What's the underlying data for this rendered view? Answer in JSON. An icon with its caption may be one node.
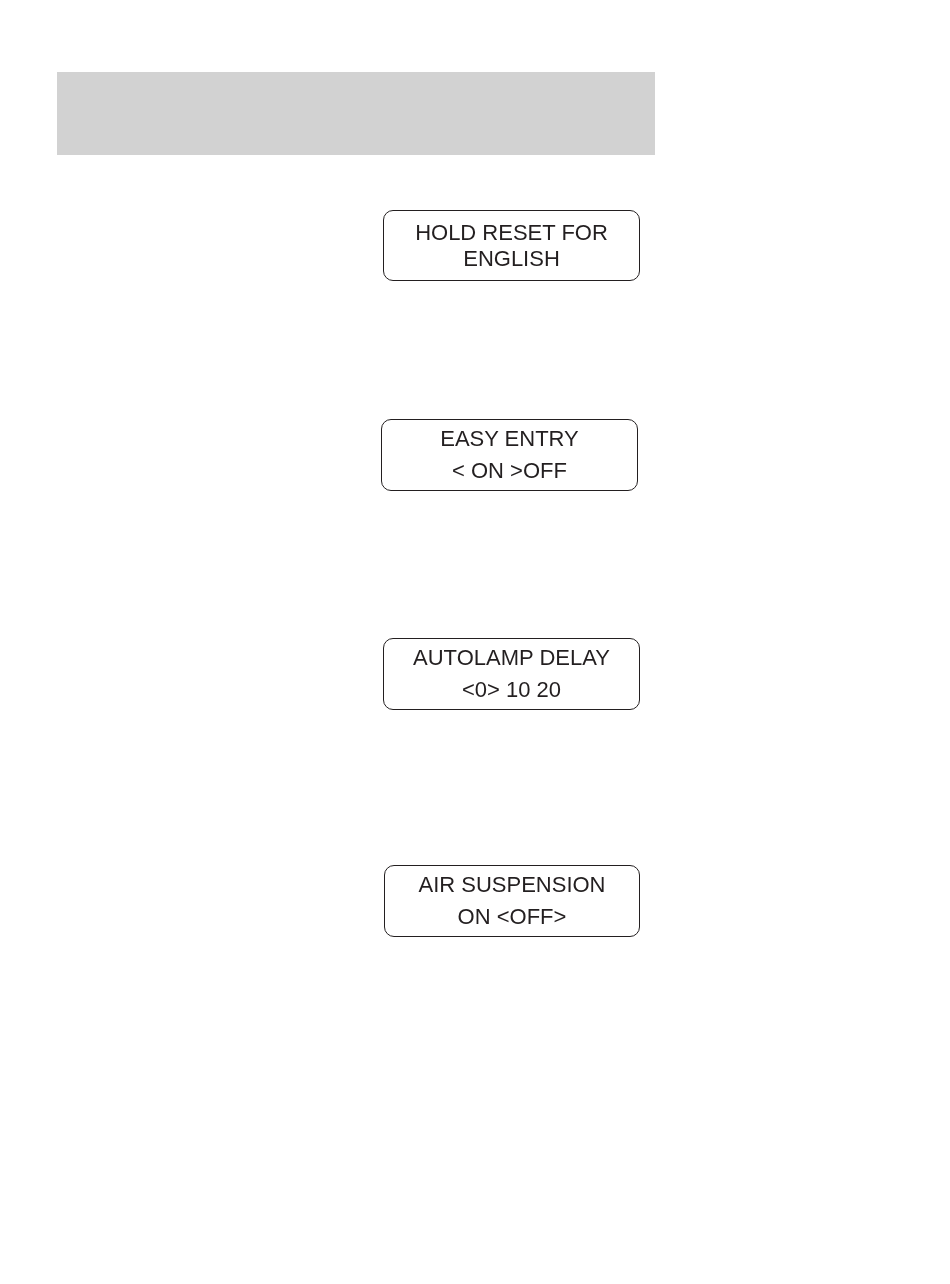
{
  "diagram": {
    "nodes": [
      {
        "text": [
          "HOLD RESET FOR ENGLISH"
        ]
      },
      {
        "text": [
          "EASY ENTRY",
          "< ON >OFF"
        ]
      },
      {
        "text": [
          "AUTOLAMP DELAY",
          "<0> 10 20"
        ]
      },
      {
        "text": [
          "AIR SUSPENSION",
          "ON <OFF>"
        ]
      }
    ],
    "edges": []
  }
}
